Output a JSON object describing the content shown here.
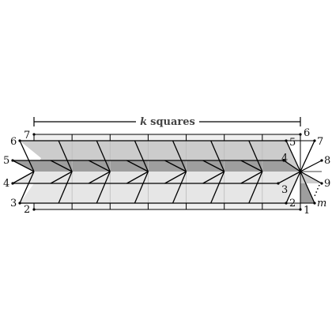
{
  "title": {
    "variable": "k",
    "text": "squares"
  },
  "left_labels": [
    "7",
    "6",
    "5",
    "4",
    "3",
    "2"
  ],
  "right_inner_labels": [
    "6",
    "5",
    "4",
    "3",
    "2",
    "1"
  ],
  "right_outer_labels": [
    "7",
    "8",
    "9"
  ],
  "right_last_label": "m",
  "colors": {
    "light_fill": "#e6e6e6",
    "mid_fill": "#cccccc",
    "dark_fill": "#9e9e9e",
    "rail_fill": "#efefef",
    "grid": "#bbbbbb",
    "stroke": "#000000"
  }
}
